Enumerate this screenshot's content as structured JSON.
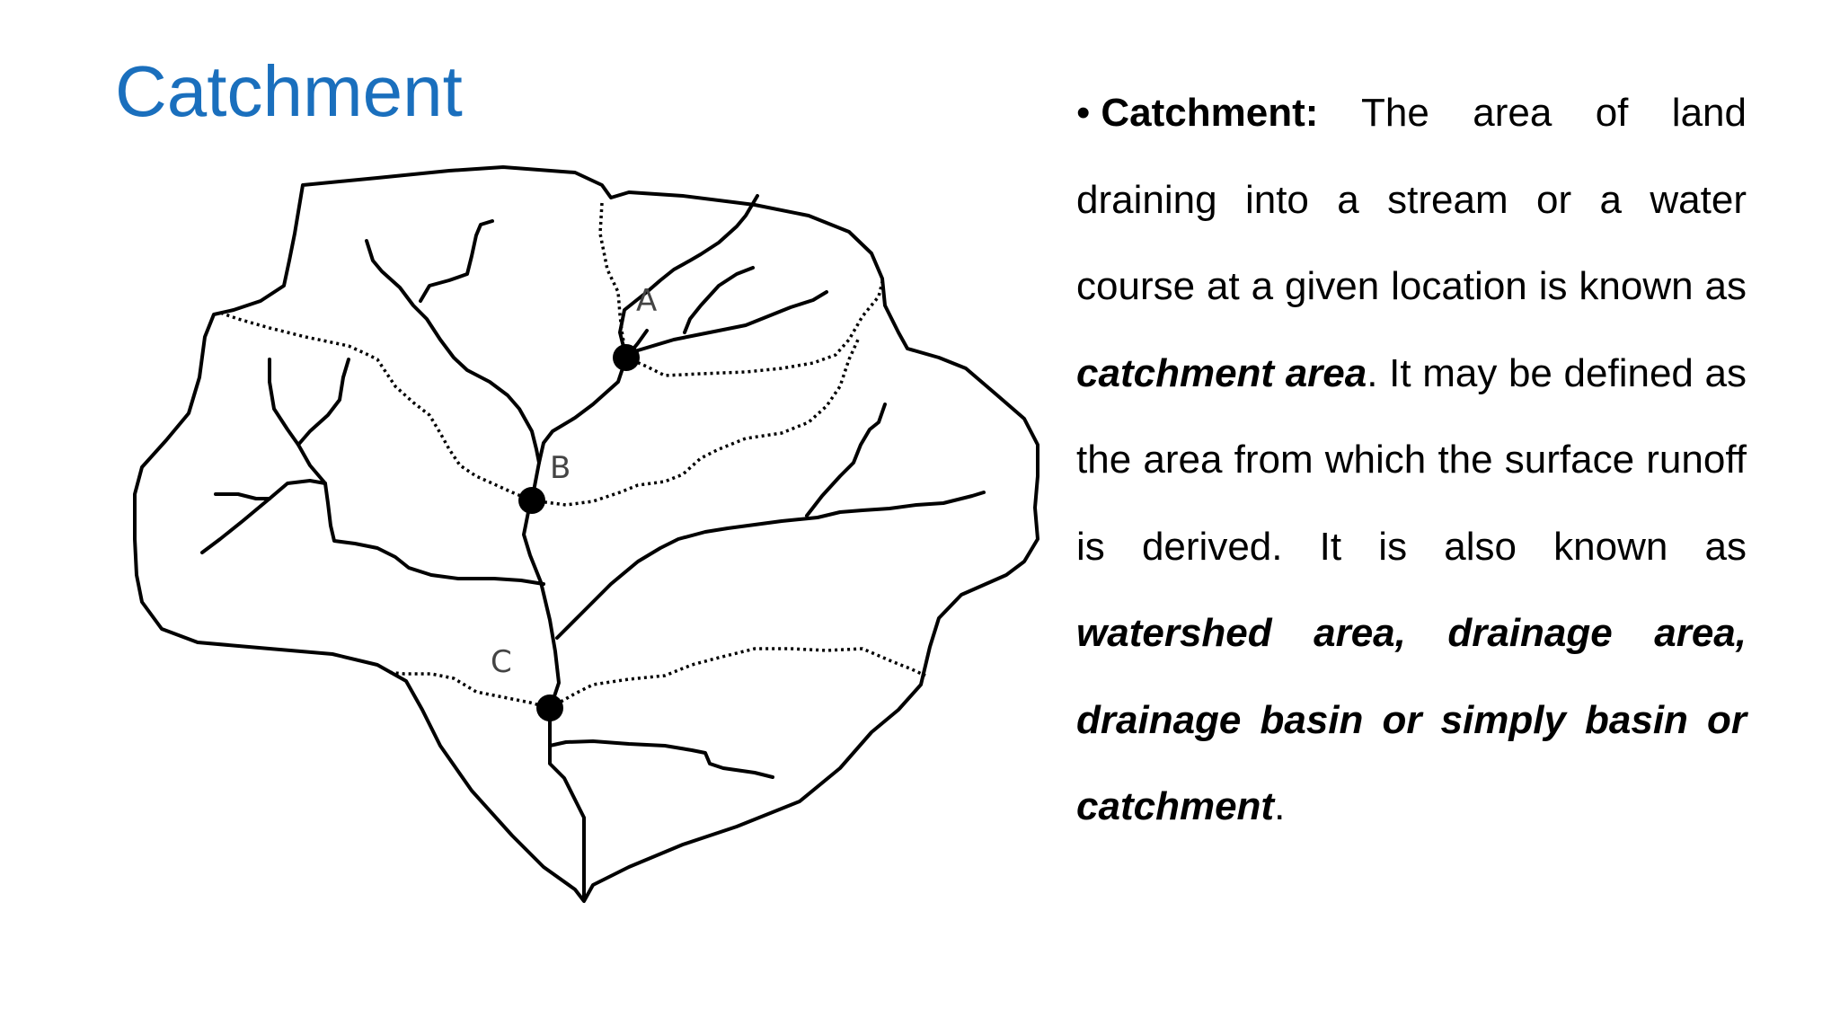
{
  "title": "Catchment",
  "diagram": {
    "points": [
      {
        "label": "A"
      },
      {
        "label": "B"
      },
      {
        "label": "C"
      }
    ]
  },
  "definition": {
    "bullet": "•",
    "term": "Catchment:",
    "text1": " The area of land draining into a stream or a water course at a given location is known as ",
    "emph1": "catchment area",
    "text2": ". It may be defined as the area from which the surface runoff is derived. It is also known as ",
    "emph2": "watershed area, drainage area, drainage basin or simply basin or catchment",
    "text3": "."
  },
  "colors": {
    "title": "#1a6fbd",
    "text": "#000000",
    "diagram_lines": "#000000"
  }
}
